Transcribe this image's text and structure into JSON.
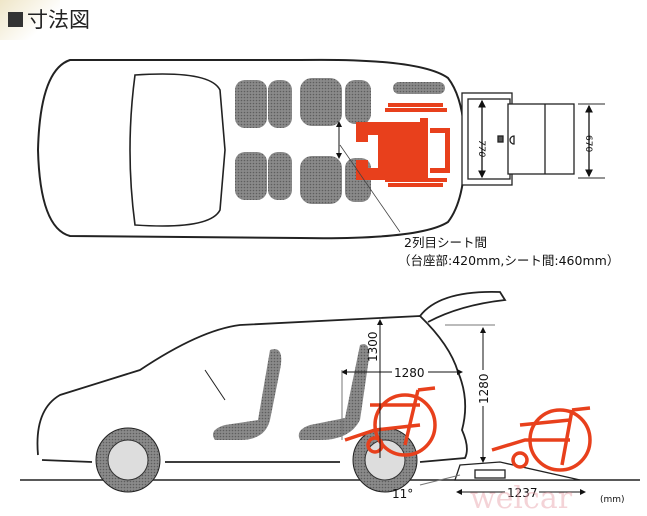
{
  "title": "寸法図",
  "top_view": {
    "ramp_width_inner": "770",
    "ramp_width_outer": "670",
    "caption_line1": "2列目シート間",
    "caption_line2": "（台座部:420mm,シート間:460mm）"
  },
  "side_view": {
    "interior_height": "1300",
    "interior_length": "1280",
    "door_opening_height": "1280",
    "ramp_angle": "11°",
    "ramp_length": "1237",
    "unit": "(mm)"
  },
  "watermark": "welcar",
  "colors": {
    "wheelchair": "#e8401c",
    "seat": "#7a7a7a",
    "outline": "#222222"
  }
}
